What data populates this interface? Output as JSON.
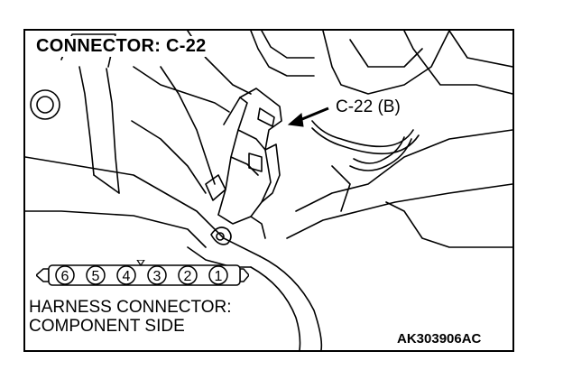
{
  "title": "CONNECTOR: C-22",
  "callout_label": "C-22 (B)",
  "harness_label_line1": "HARNESS CONNECTOR:",
  "harness_label_line2": "COMPONENT SIDE",
  "figure_code": "AK303906AC",
  "connector_pins": [
    "6",
    "5",
    "4",
    "3",
    "2",
    "1"
  ],
  "colors": {
    "line": "#000000",
    "background": "#ffffff"
  }
}
